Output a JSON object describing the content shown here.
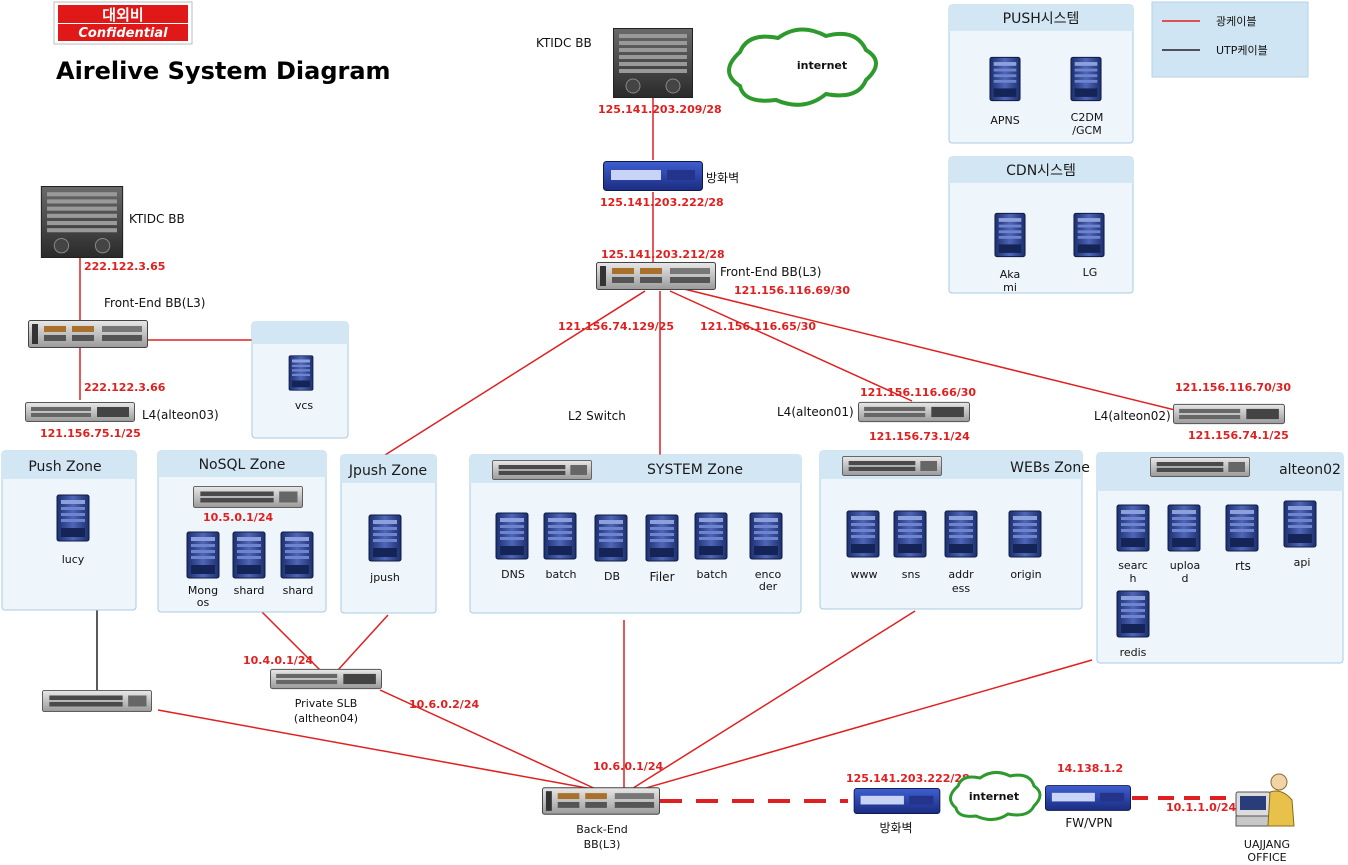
{
  "confidential": {
    "korean": "대외비",
    "english": "Confidential"
  },
  "title": "Airelive System  Diagram",
  "legend": {
    "fiber": "광케이블",
    "utp": "UTP케이블"
  },
  "colors": {
    "fiber": "#e02020",
    "utp": "#222222",
    "zone_fill": "#eef5fb",
    "zone_border": "#a9cbe4",
    "zone_header": "#d3e6f3",
    "cloud": "#2e9a2e"
  },
  "external": {
    "ktidc_bb_top": "KTIDC BB",
    "ktidc_bb_left": "KTIDC BB",
    "internet_top": "internet",
    "internet_bottom": "internet",
    "firewall_top": "방화벽",
    "firewall_bottom": "방화벽",
    "fw_vpn": "FW/VPN",
    "office_line1": "UAJJANG",
    "office_line2": "OFFICE"
  },
  "devices": {
    "front_end_right": "Front-End BB(L3)",
    "front_end_left": "Front-End BB(L3)",
    "l4_alteon03": "L4(alteon03)",
    "l4_alteon01": "L4(alteon01)",
    "l4_alteon02": "L4(alteon02)",
    "l2_switch": "L2 Switch",
    "private_slb_line1": "Private SLB",
    "private_slb_line2": "(altheon04)",
    "back_end_line1": "Back-End",
    "back_end_line2": "BB(L3)"
  },
  "ips": {
    "ktidc_top": "125.141.203.209/28",
    "firewall_top": "125.141.203.222/28",
    "front_end_right_top": "125.141.203.212/28",
    "front_end_right_side": "121.156.116.69/30",
    "link_jpush": "121.156.74.129/25",
    "link_webs": "121.156.116.65/30",
    "alteon01_top": "121.156.116.66/30",
    "alteon01_bottom": "121.156.73.1/24",
    "alteon02_top": "121.156.116.70/30",
    "alteon02_bottom": "121.156.74.1/25",
    "ktidc_left": "222.122.3.65",
    "alteon03_top": "222.122.3.66",
    "alteon03_bottom": "121.156.75.1/25",
    "nosql_switch": "10.5.0.1/24",
    "slb_left": "10.4.0.1/24",
    "slb_right": "10.6.0.2/24",
    "back_end": "10.6.0.1/24",
    "firewall_bottom": "125.141.203.222/28",
    "fw_vpn": "14.138.1.2",
    "office": "10.1.1.0/24"
  },
  "zones": {
    "push_system": {
      "title": "PUSH시스템",
      "servers": [
        "APNS",
        "C2DM",
        "/GCM"
      ]
    },
    "cdn_system": {
      "title": "CDN시스템",
      "servers": [
        "Aka",
        "mi",
        "LG"
      ]
    },
    "vcs": {
      "servers": [
        "vcs"
      ]
    },
    "push": {
      "title": "Push Zone",
      "servers": [
        "lucy"
      ]
    },
    "nosql": {
      "title": "NoSQL Zone",
      "servers": [
        "Mong",
        "os",
        "shard",
        "shard"
      ]
    },
    "jpush": {
      "title": "Jpush Zone",
      "servers": [
        "jpush"
      ]
    },
    "system": {
      "title": "SYSTEM  Zone",
      "servers": [
        "DNS",
        "batch",
        "DB",
        "Filer",
        "batch",
        "enco",
        "der"
      ]
    },
    "webs": {
      "title": "WEBs Zone",
      "servers": [
        "www",
        "sns",
        "addr",
        "ess",
        "origin"
      ]
    },
    "alteon02": {
      "title": "alteon02",
      "servers": [
        "searc",
        "h",
        "uploa",
        "d",
        "rts",
        "api",
        "redis"
      ]
    }
  }
}
